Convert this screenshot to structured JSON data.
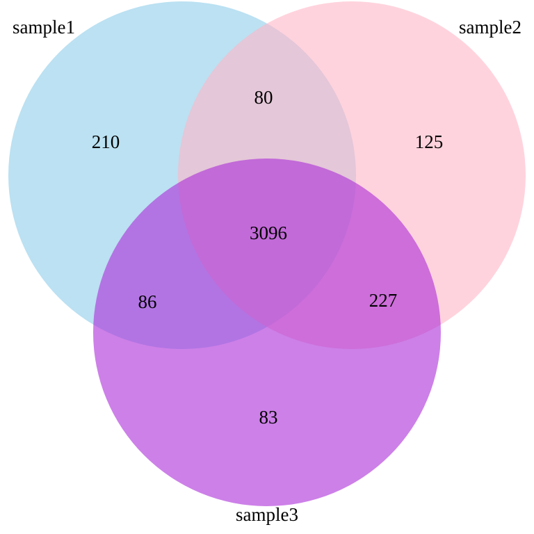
{
  "chart_data": {
    "type": "venn",
    "title": "",
    "sets": [
      "sample1",
      "sample2",
      "sample3"
    ],
    "regions": {
      "sample1_only": 210,
      "sample2_only": 125,
      "sample3_only": 83,
      "sample1_sample2": 80,
      "sample1_sample3": 86,
      "sample2_sample3": 227,
      "sample1_sample2_sample3": 3096
    },
    "colors": {
      "sample1": "#8ecdea",
      "sample2": "#ffb6c6",
      "sample3": "#ab2cd9"
    },
    "fill_opacity": "0.6",
    "background": "#ffffff",
    "legend_position": "none",
    "grid": false
  }
}
